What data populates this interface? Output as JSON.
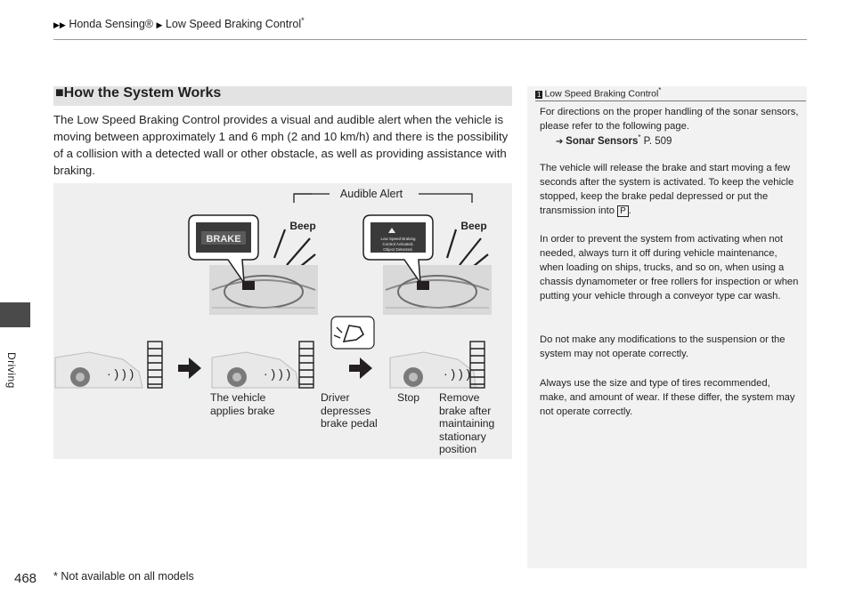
{
  "header": {
    "breadcrumb_1": "Honda Sensing®",
    "breadcrumb_2": "Low Speed Braking Control",
    "asterisk": "*"
  },
  "sidebar": {
    "label": "Driving"
  },
  "section": {
    "title": "■How the System Works",
    "body": "The Low Speed Braking Control provides a visual and audible alert when the vehicle is moving between approximately 1 and 6 mph (2 and 10 km/h) and there is the possibility of a collision with a detected wall or other obstacle, as well as providing assistance with braking."
  },
  "figure": {
    "audible_alert": "Audible Alert",
    "beep_left": "Beep",
    "beep_right": "Beep",
    "brake_display": "BRAKE",
    "display_msg_1": "Low Speed Braking",
    "display_msg_2": "Control Activated.",
    "display_msg_3": "Object Detected.",
    "step1_line1": "The vehicle",
    "step1_line2": "applies brake",
    "step2_line1": "Driver",
    "step2_line2": "depresses",
    "step2_line3": "brake pedal",
    "step3": "Stop",
    "step4_line1": "Remove",
    "step4_line2": "brake after",
    "step4_line3": "maintaining",
    "step4_line4": "stationary",
    "step4_line5": "position"
  },
  "side_note": {
    "marker": "1",
    "title": "Low Speed Braking Control",
    "asterisk": "*",
    "para1": "For directions on the proper handling of the sonar sensors, please refer to the following page.",
    "xref_label": "Sonar Sensors",
    "xref_asterisk": "*",
    "xref_page": " P. 509",
    "para2_a": "The vehicle will release the brake and start moving a few seconds after the system is activated. To keep the vehicle stopped, keep the brake pedal depressed or put the transmission into ",
    "para2_gear": "P",
    "para2_b": ".",
    "para3": "In order to prevent the system from activating when not needed, always turn it off during vehicle maintenance, when loading on ships, trucks, and so on, when using a chassis dynamometer or free rollers for inspection or when putting your vehicle through a conveyor type car wash.",
    "para4": "Do not make any modifications to the suspension or the system may not operate correctly.",
    "para5": "Always use the size and type of tires recommended, make, and amount of wear. If these differ, the system may not operate correctly."
  },
  "footer": {
    "page_number": "468",
    "footnote": "* Not available on all models"
  }
}
